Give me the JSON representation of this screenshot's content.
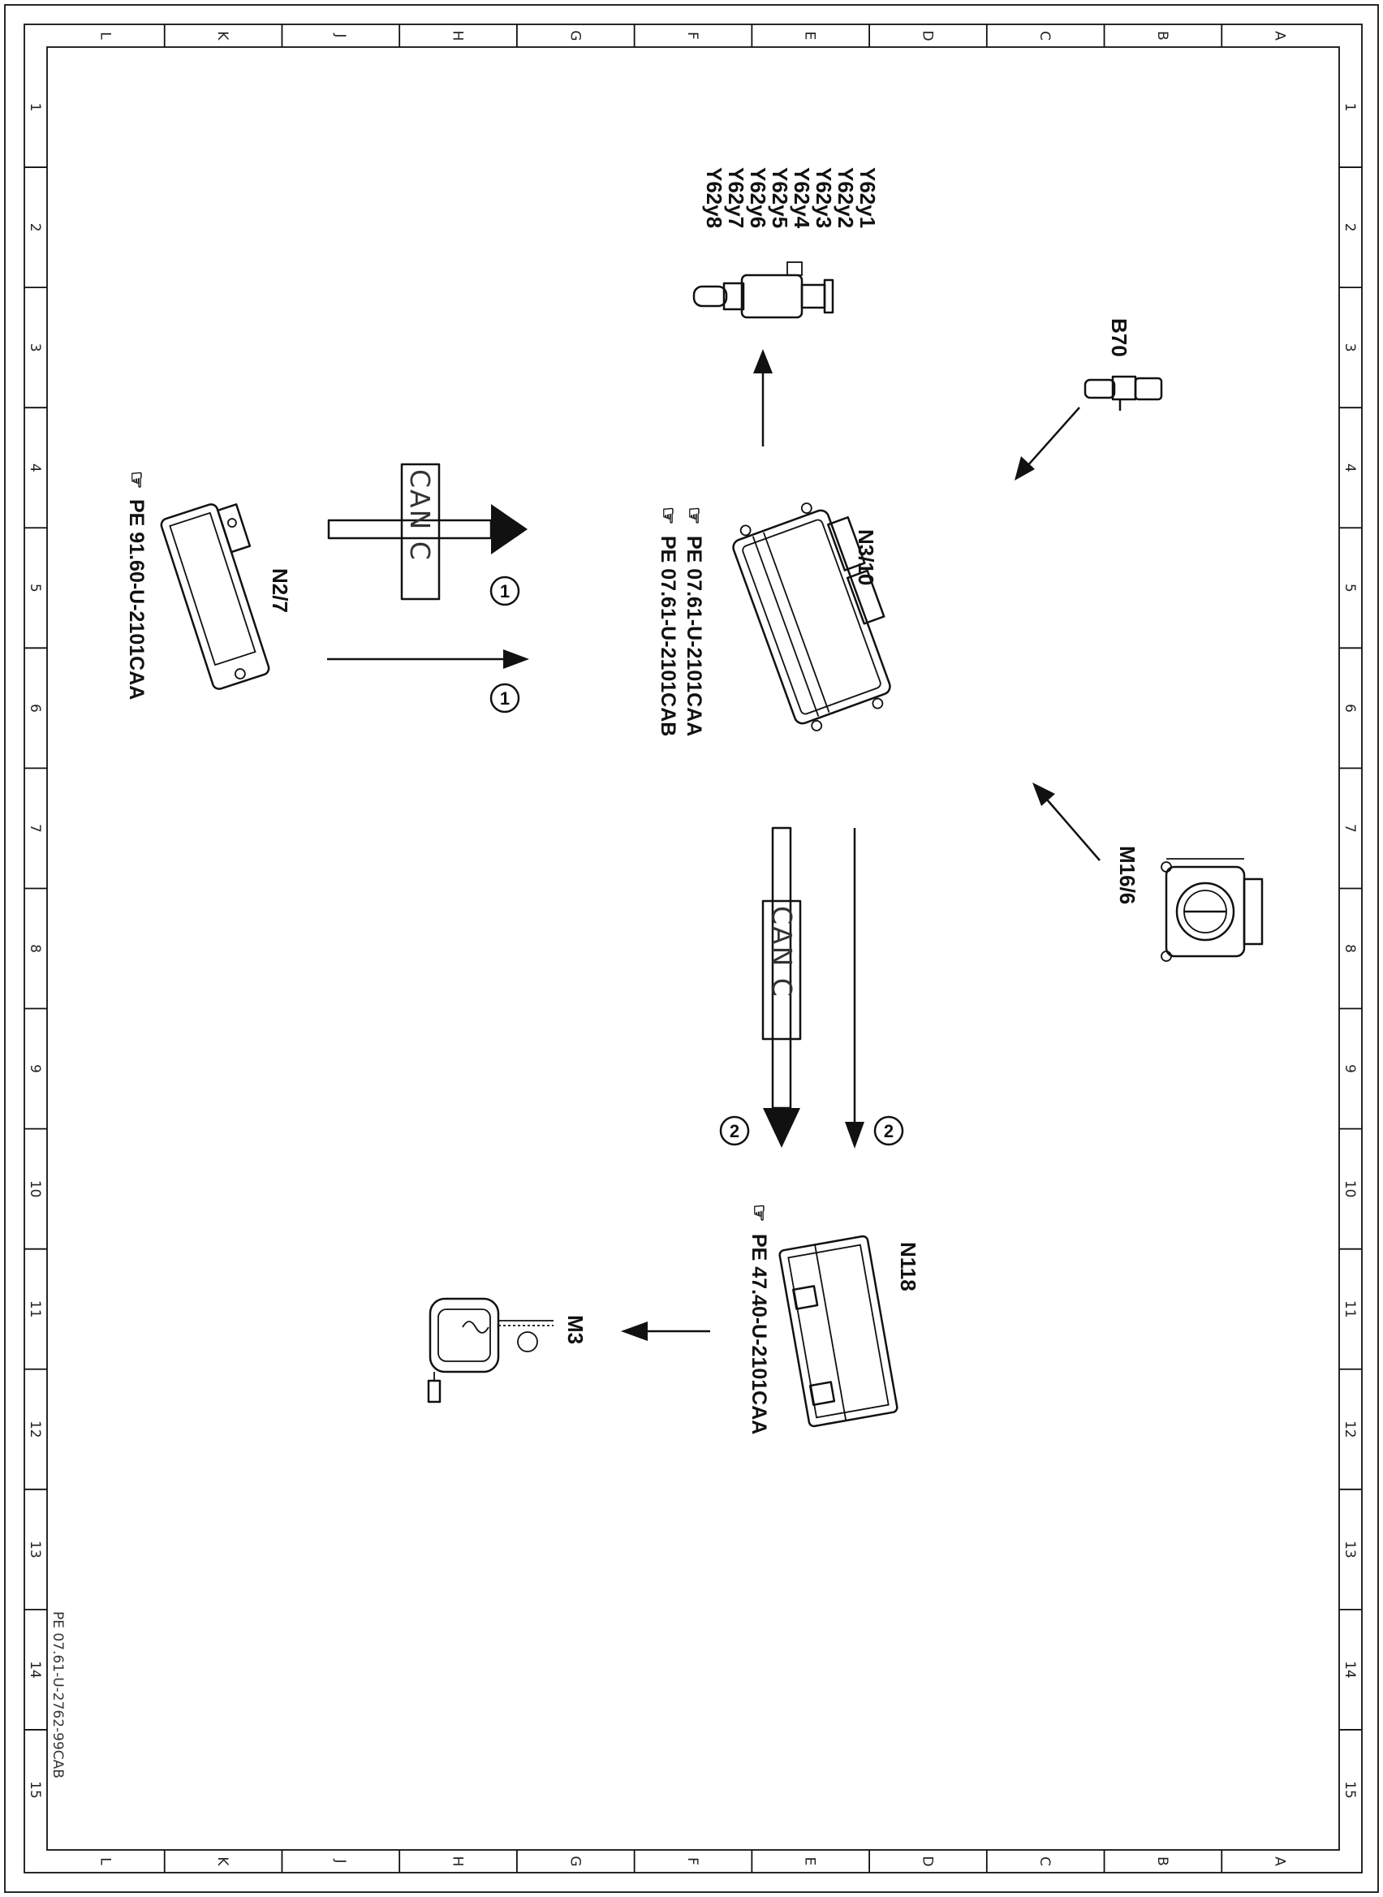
{
  "frame": {
    "columns": [
      "L",
      "K",
      "J",
      "H",
      "G",
      "F",
      "E",
      "D",
      "C",
      "B",
      "A"
    ],
    "rows": [
      "1",
      "2",
      "3",
      "4",
      "5",
      "6",
      "7",
      "8",
      "9",
      "10",
      "11",
      "12",
      "13",
      "14",
      "15"
    ]
  },
  "components": {
    "n3_10": {
      "label": "N3/10",
      "pe": [
        "PE 07.61-U-2101CAA",
        "PE 07.61-U-2101CAB"
      ]
    },
    "y62": {
      "labels": [
        "Y62y1",
        "Y62y2",
        "Y62y3",
        "Y62y4",
        "Y62y5",
        "Y62y6",
        "Y62y7",
        "Y62y8"
      ]
    },
    "b70": {
      "label": "B70"
    },
    "m16_6": {
      "label": "M16/6"
    },
    "n2_7": {
      "label": "N2/7",
      "pe": "PE 91.60-U-2101CAA"
    },
    "n118": {
      "label": "N118",
      "pe": "PE 47.40-U-2101CAA"
    },
    "m3": {
      "label": "M3"
    }
  },
  "bus": {
    "top_label": "CAN C",
    "bottom_label": "CAN C"
  },
  "markers": {
    "one_a": "1",
    "one_b": "1",
    "two_a": "2",
    "two_b": "2"
  },
  "footer": {
    "doc_id": "PE 07.61-U-2762-99CAB"
  },
  "icons": [
    "hand-pointer-icon"
  ]
}
